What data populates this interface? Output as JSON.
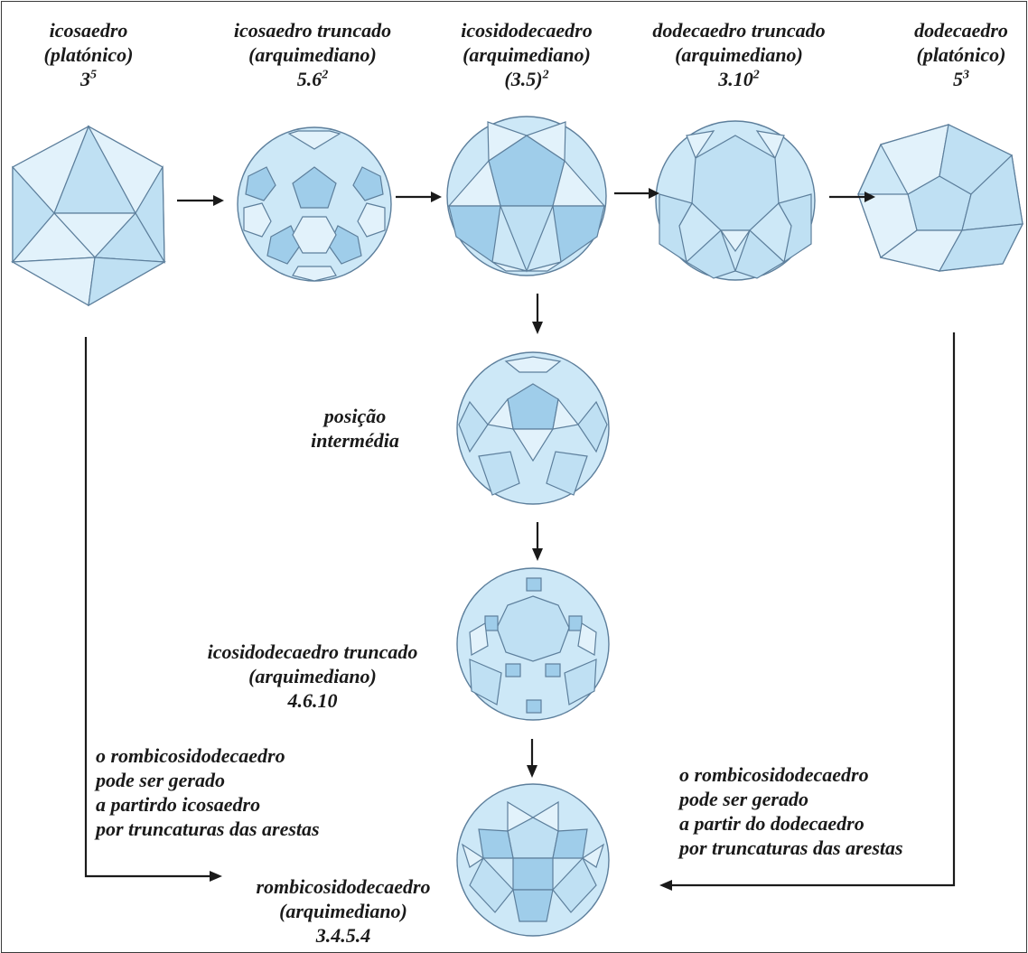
{
  "top_row": [
    {
      "name": "icosaedro",
      "kind": "(platónico)",
      "notation": {
        "base": "3",
        "exp": "5"
      }
    },
    {
      "name": "icosaedro truncado",
      "kind": "(arquimediano)",
      "notation": {
        "base": "5.6",
        "exp": "2"
      }
    },
    {
      "name": "icosidodecaedro",
      "kind": "(arquimediano)",
      "notation": {
        "base": "(3.5)",
        "exp": "2"
      }
    },
    {
      "name": "dodecaedro truncado",
      "kind": "(arquimediano)",
      "notation": {
        "base": "3.10",
        "exp": "2"
      }
    },
    {
      "name": "dodecaedro",
      "kind": "(platónico)",
      "notation": {
        "base": "5",
        "exp": "3"
      }
    }
  ],
  "intermediate": {
    "line1": "posição",
    "line2": "intermédia"
  },
  "truncated_icosidodecahedron": {
    "name": "icosidodecaedro truncado",
    "kind": "(arquimediano)",
    "notation": "4.6.10"
  },
  "rhombicosidodecahedron": {
    "name": "rombicosidodecaedro",
    "kind": "(arquimediano)",
    "notation": "3.4.5.4"
  },
  "note_left": [
    "o rombicosidodecaedro",
    "pode ser gerado",
    "a partirdo icosaedro",
    "por truncaturas das arestas"
  ],
  "note_right": [
    "o rombicosidodecaedro",
    "pode ser gerado",
    "a partir do dodecaedro",
    "por truncaturas das arestas"
  ],
  "colors": {
    "face": "#bfe0f3",
    "face_dark": "#9fcdea",
    "face_light": "#e2f2fb",
    "edge": "#5d7f9c",
    "arrow": "#1a1a1a",
    "border": "#3a3a3a"
  }
}
